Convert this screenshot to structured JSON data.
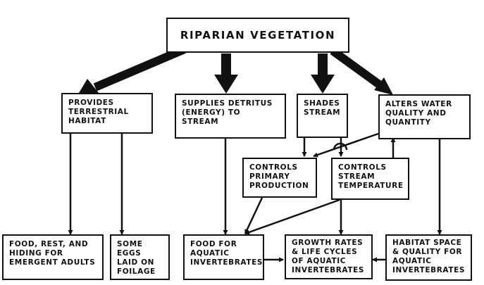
{
  "title": "RIPARIAN VEGETATION",
  "boxes": {
    "terrestrial": "PROVIDES\nTERRESTRIAL\nHABITAT",
    "detritus": "SUPPLIES DETRITUS\n(ENERGY) TO\nSTREAM",
    "shades": "SHADES\nSTREAM",
    "alters": "ALTERS WATER\nQUALITY AND\nQUANTITY",
    "primary": "CONTROLS\nPRIMARY\nPRODUCTION",
    "temperature": "CONTROLS\nSTREAM\nTEMPERATURE",
    "food_rest": "FOOD, REST, AND\nHIDING FOR\nEMERGENT ADULTS",
    "eggs": "SOME EGGS\nLAID ON\nFOILAGE",
    "food_aquatic": "FOOD FOR\nAQUATIC\nINVERTEBRATES",
    "growth": "GROWTH RATES\n& LIFE CYCLES\nOF AQUATIC\nINVERTEBRATES",
    "habitat_space": "HABITAT SPACE\n& QUALITY FOR\nAQUATIC\nINVERTEBRATES"
  },
  "colors": {
    "ink": "#111111",
    "background": "#ffffff"
  }
}
